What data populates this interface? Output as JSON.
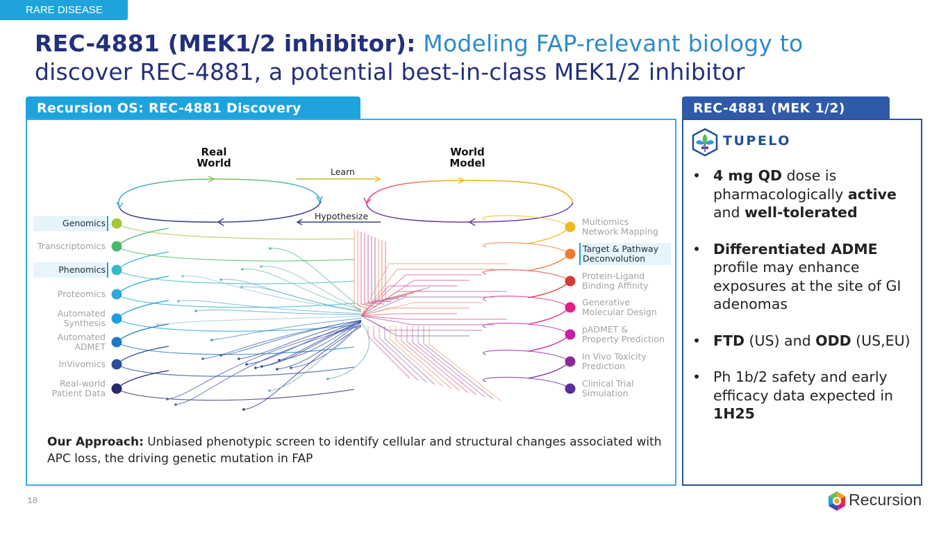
{
  "header": {
    "category_tag": "RARE DISEASE",
    "title_bold": "REC-4881 (MEK1/2 inhibitor):",
    "title_rest_line1": " Modeling FAP-relevant biology to",
    "title_rest_line2": "discover REC-4881, a potential best-in-class MEK1/2 inhibitor"
  },
  "left_panel": {
    "tab_label": "Recursion OS: REC-4881 Discovery",
    "diagram": {
      "real_world_heading": [
        "Real",
        "World"
      ],
      "world_model_heading": [
        "World",
        "Model"
      ],
      "learn_label": "Learn",
      "hypothesize_label": "Hypothesize",
      "left_nodes": [
        {
          "label": [
            "Genomics"
          ],
          "color": "#a4c639",
          "highlighted": true
        },
        {
          "label": [
            "Transcriptomics"
          ],
          "color": "#4cb86a",
          "highlighted": false
        },
        {
          "label": [
            "Phenomics"
          ],
          "color": "#3bb8c4",
          "highlighted": true
        },
        {
          "label": [
            "Proteomics"
          ],
          "color": "#2ea9d6",
          "highlighted": false
        },
        {
          "label": [
            "Automated",
            "Synthesis"
          ],
          "color": "#1e9ee0",
          "highlighted": false
        },
        {
          "label": [
            "Automated",
            "ADMET"
          ],
          "color": "#1e7ac4",
          "highlighted": false
        },
        {
          "label": [
            "InVivomics"
          ],
          "color": "#2a4d9c",
          "highlighted": false
        },
        {
          "label": [
            "Real-world",
            "Patient Data"
          ],
          "color": "#252a6b",
          "highlighted": false
        }
      ],
      "right_nodes": [
        {
          "label": [
            "Multiomics",
            "Network Mapping"
          ],
          "color": "#f2b91f",
          "highlighted": false
        },
        {
          "label": [
            "Target & Pathway",
            "Deconvolution"
          ],
          "color": "#ee7a2e",
          "highlighted": true
        },
        {
          "label": [
            "Protein-Ligand",
            "Binding Affinity"
          ],
          "color": "#d63a35",
          "highlighted": false
        },
        {
          "label": [
            "Generative",
            "Molecular Design"
          ],
          "color": "#e31e8a",
          "highlighted": false
        },
        {
          "label": [
            "pADMET &",
            "Property Prediction"
          ],
          "color": "#c81fa4",
          "highlighted": false
        },
        {
          "label": [
            "In Vivo Toxicity",
            "Prediction"
          ],
          "color": "#8a2a96",
          "highlighted": false
        },
        {
          "label": [
            "Clinical Trial",
            "Simulation"
          ],
          "color": "#5a2f9a",
          "highlighted": false
        }
      ]
    },
    "approach_bold": "Our Approach:",
    "approach_text": " Unbiased phenotypic screen to identify cellular and structural changes associated with APC loss, the driving genetic mutation in FAP"
  },
  "right_panel": {
    "tab_label": "REC-4881 (MEK 1/2)",
    "partner_logo_text": "TUPELO",
    "bullets": [
      [
        {
          "t": "4 mg QD",
          "b": true
        },
        {
          "t": " dose is pharmacologically ",
          "b": false
        },
        {
          "t": "active",
          "b": true
        },
        {
          "t": " and ",
          "b": false
        },
        {
          "t": "well-tolerated",
          "b": true
        }
      ],
      [
        {
          "t": "Differentiated ADME",
          "b": true
        },
        {
          "t": " profile may enhance exposures at the site of GI adenomas",
          "b": false
        }
      ],
      [
        {
          "t": "FTD",
          "b": true
        },
        {
          "t": " (US) and ",
          "b": false
        },
        {
          "t": "ODD",
          "b": true
        },
        {
          "t": " (US,EU)",
          "b": false
        }
      ],
      [
        {
          "t": "Ph 1b/2 safety and early efficacy data expected in ",
          "b": false
        },
        {
          "t": "1H25",
          "b": true
        }
      ]
    ]
  },
  "footer": {
    "page_number": "18",
    "company_logo_text": "Recursion",
    "company_logo_suffix": "."
  },
  "colors": {
    "tag_blue": "#1fa3dc",
    "navy": "#23307a",
    "title_blue": "#2e8bc9",
    "right_tab_blue": "#2e5aa8"
  }
}
